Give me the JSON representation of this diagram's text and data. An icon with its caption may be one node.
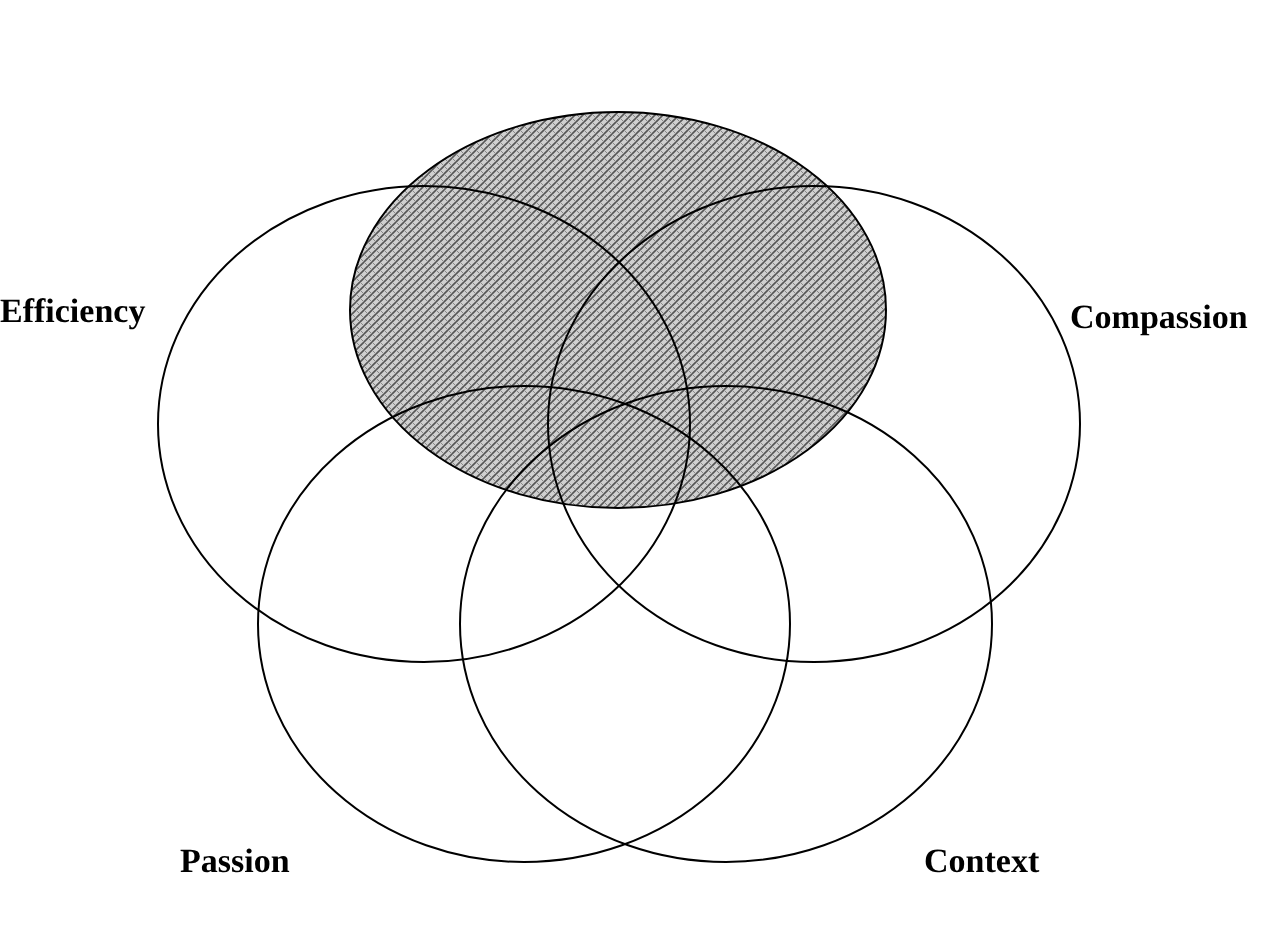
{
  "diagram": {
    "nodes": [
      {
        "text": [],
        "shape": "ellipse"
      },
      {
        "text": [
          "Efficiency"
        ]
      },
      {
        "text": [
          "Compassion"
        ]
      },
      {
        "text": [
          "Passion"
        ]
      },
      {
        "text": [
          "Context"
        ]
      }
    ],
    "edges": []
  }
}
